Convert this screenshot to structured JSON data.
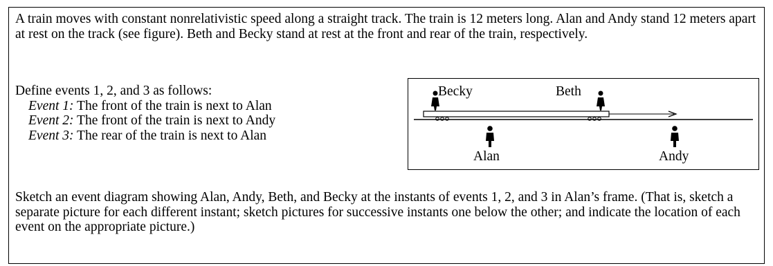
{
  "intro": "A train moves with constant nonrelativistic speed along a straight track.  The train is 12 meters long. Alan and Andy stand 12 meters apart at rest on the track (see figure).  Beth and Becky stand at rest at the front and rear of the train, respectively.",
  "events_intro": "Define events 1, 2, and 3 as follows:",
  "events": [
    {
      "label": "Event 1:",
      "text": " The front of the train is next to Alan"
    },
    {
      "label": "Event 2:",
      "text": " The front of the train is next to Andy"
    },
    {
      "label": "Event 3:",
      "text": " The rear of the train is next to Alan"
    }
  ],
  "figure": {
    "labels": {
      "becky": "Becky",
      "beth": "Beth",
      "alan": "Alan",
      "andy": "Andy"
    }
  },
  "task": "Sketch an event diagram showing Alan, Andy, Beth, and Becky at the instants of events 1, 2, and 3 in Alan’s frame.  (That is, sketch a separate picture for each different instant; sketch pictures for successive instants one below the other; and indicate the location of each event on the appropriate picture.)"
}
